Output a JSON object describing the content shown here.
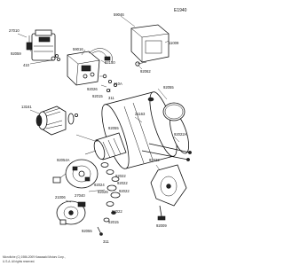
{
  "diagram": {
    "figure_tag": "E1940",
    "footer_lines": [
      "Microfiche (C) 1986-2009 Kawasaki Motors Corp.,",
      "U.S.A. All rights reserved."
    ],
    "labels": {
      "a27010": "27010",
      "a92059": "92059",
      "a410": "410",
      "a59046": "59046",
      "a11009": "11009",
      "a92062": "92062",
      "a59016": "59016",
      "a92150": "92150",
      "a92026": "92026",
      "a410a": "410A",
      "a92015": "92015",
      "a311a": "311",
      "a13161": "13161",
      "a21163": "21163",
      "a92055a": "92055",
      "a92055b": "92055",
      "a92022a": "92022A",
      "a92054a": "92054A",
      "a21006": "21006",
      "a27040": "27040",
      "a92022b": "92022",
      "a92022c": "92022",
      "a92024": "92024",
      "a92022d": "92022",
      "a92026b": "92026",
      "a92055c": "92055",
      "a92015b": "92015",
      "a311b": "311",
      "a92022e": "92022",
      "a92009": "92009",
      "a92022f": "92022"
    }
  }
}
